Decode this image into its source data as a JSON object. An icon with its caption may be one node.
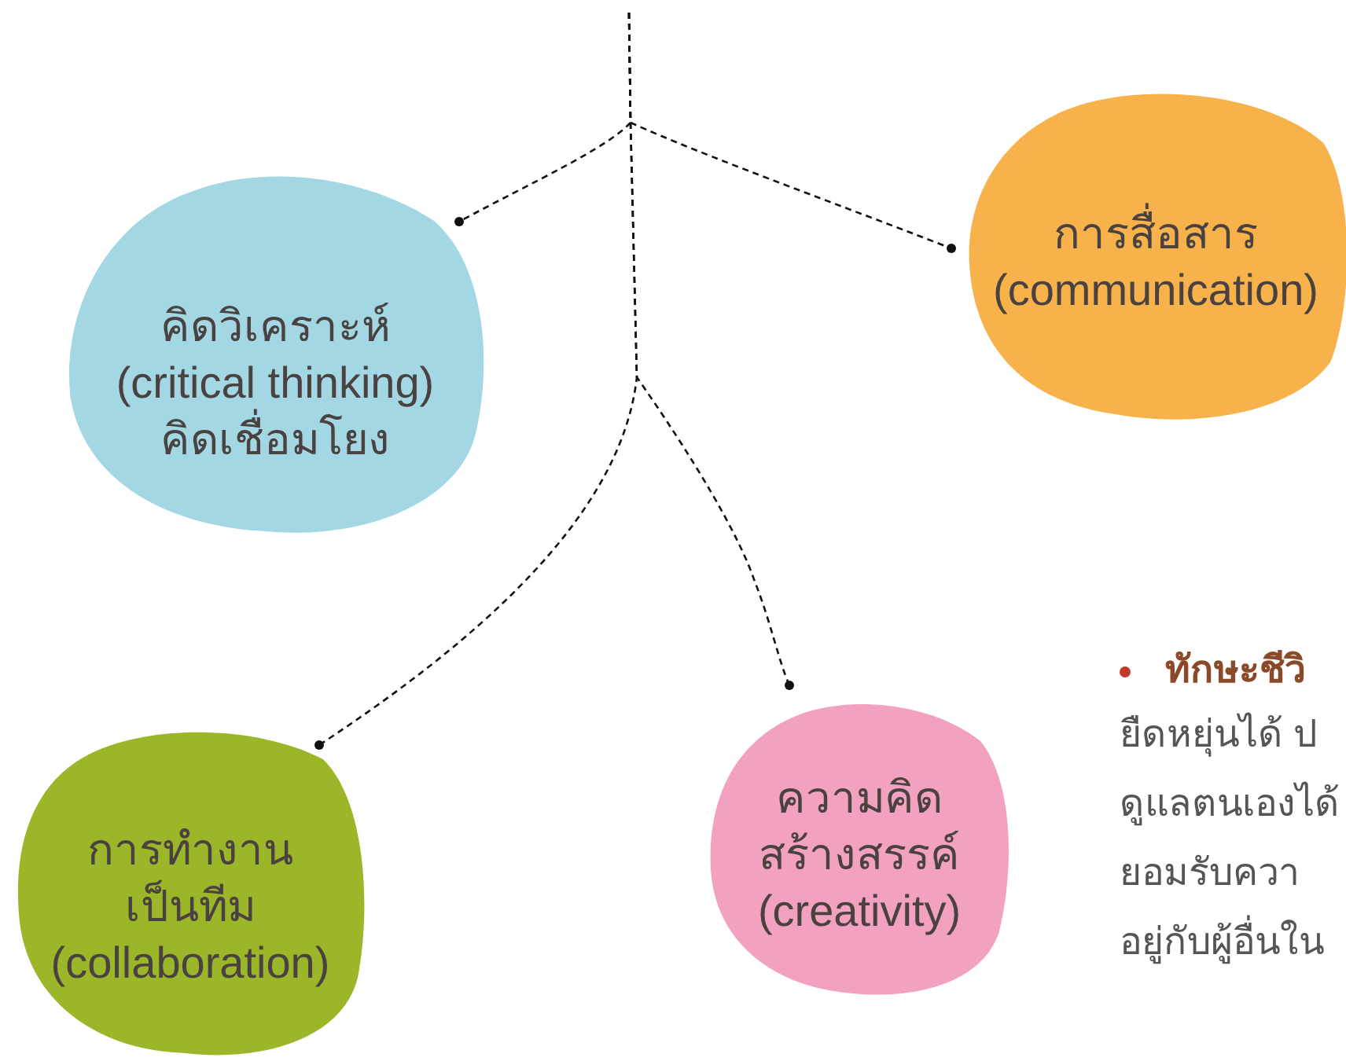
{
  "diagram": {
    "nodes": [
      {
        "text": [
          "คิดวิเคราะห์",
          "(critical thinking)",
          "คิดเชื่อมโยง"
        ]
      },
      {
        "text": [
          "การสื่อสาร",
          "(communication)"
        ]
      },
      {
        "text": [
          "การทำงาน",
          "เป็นทีม",
          "(collaboration)"
        ]
      },
      {
        "text": [
          "ความคิด",
          "สร้างสรรค์",
          "(creativity)"
        ]
      }
    ],
    "edges": [
      {
        "from": null,
        "to": 0,
        "arrow": "other",
        "style": "dashed"
      },
      {
        "from": null,
        "to": 1,
        "arrow": "other",
        "style": "dashed"
      },
      {
        "from": null,
        "to": 2,
        "arrow": "other",
        "style": "dashed"
      },
      {
        "from": null,
        "to": 3,
        "arrow": "other",
        "style": "dashed"
      }
    ],
    "labels": [
      "ทักษะชีวิ",
      "ยืดหยุ่นได้ ป",
      "ดูแลตนเองได้",
      "ยอมรับควา",
      "อยู่กับผู้อื่นใน"
    ]
  }
}
